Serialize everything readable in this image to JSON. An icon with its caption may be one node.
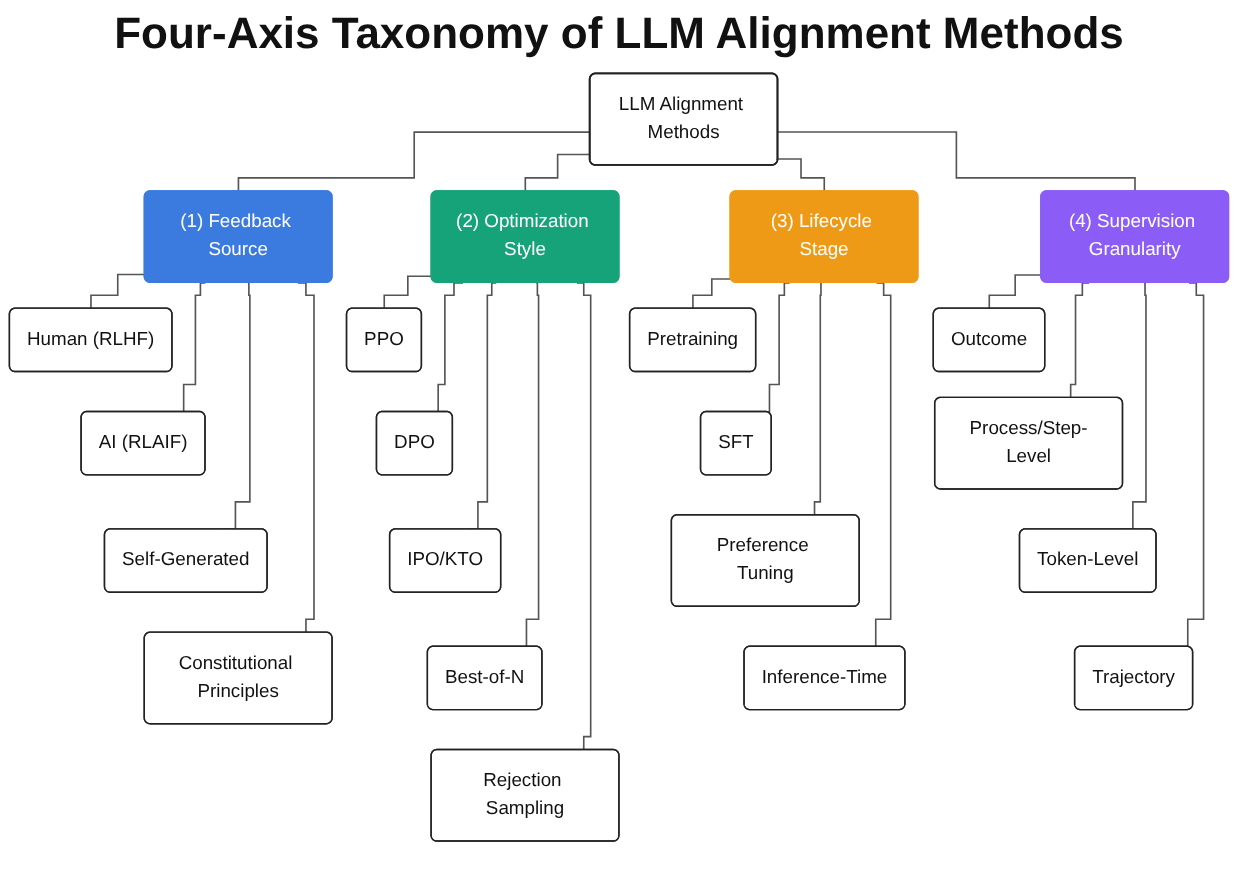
{
  "diagram": {
    "title": "Four-Axis Taxonomy of LLM Alignment Methods",
    "nodes": [
      {
        "text": [
          "LLM Alignment Methods"
        ]
      },
      {
        "text": [
          "(1) Feedback Source"
        ]
      },
      {
        "text": [
          "(2) Optimization Style"
        ]
      },
      {
        "text": [
          "(3) Lifecycle Stage"
        ]
      },
      {
        "text": [
          "(4) Supervision Granularity"
        ]
      },
      {
        "text": [
          "Human (RLHF)"
        ]
      },
      {
        "text": [
          "AI (RLAIF)"
        ]
      },
      {
        "text": [
          "Self-Generated"
        ]
      },
      {
        "text": [
          "Constitutional Principles"
        ]
      },
      {
        "text": [
          "PPO"
        ]
      },
      {
        "text": [
          "DPO"
        ]
      },
      {
        "text": [
          "IPO/KTO"
        ]
      },
      {
        "text": [
          "Best-of-N"
        ]
      },
      {
        "text": [
          "Rejection Sampling"
        ]
      },
      {
        "text": [
          "Pretraining"
        ]
      },
      {
        "text": [
          "SFT"
        ]
      },
      {
        "text": [
          "Preference Tuning"
        ]
      },
      {
        "text": [
          "Inference-Time"
        ]
      },
      {
        "text": [
          "Outcome"
        ]
      },
      {
        "text": [
          "Process/Step-Level"
        ]
      },
      {
        "text": [
          "Token-Level"
        ]
      },
      {
        "text": [
          "Trajectory"
        ]
      }
    ],
    "edges": [
      {
        "from": 0,
        "to": 1,
        "arrow": "none"
      },
      {
        "from": 0,
        "to": 2,
        "arrow": "none"
      },
      {
        "from": 0,
        "to": 3,
        "arrow": "none"
      },
      {
        "from": 0,
        "to": 4,
        "arrow": "none"
      },
      {
        "from": 1,
        "to": 5,
        "arrow": "none"
      },
      {
        "from": 1,
        "to": 6,
        "arrow": "none"
      },
      {
        "from": 1,
        "to": 7,
        "arrow": "none"
      },
      {
        "from": 1,
        "to": 8,
        "arrow": "none"
      },
      {
        "from": 2,
        "to": 9,
        "arrow": "none"
      },
      {
        "from": 2,
        "to": 10,
        "arrow": "none"
      },
      {
        "from": 2,
        "to": 11,
        "arrow": "none"
      },
      {
        "from": 2,
        "to": 12,
        "arrow": "none"
      },
      {
        "from": 2,
        "to": 13,
        "arrow": "none"
      },
      {
        "from": 3,
        "to": 14,
        "arrow": "none"
      },
      {
        "from": 3,
        "to": 15,
        "arrow": "none"
      },
      {
        "from": 3,
        "to": 16,
        "arrow": "none"
      },
      {
        "from": 3,
        "to": 17,
        "arrow": "none"
      },
      {
        "from": 4,
        "to": 18,
        "arrow": "none"
      },
      {
        "from": 4,
        "to": 19,
        "arrow": "none"
      },
      {
        "from": 4,
        "to": 20,
        "arrow": "none"
      },
      {
        "from": 4,
        "to": 21,
        "arrow": "none"
      }
    ]
  }
}
